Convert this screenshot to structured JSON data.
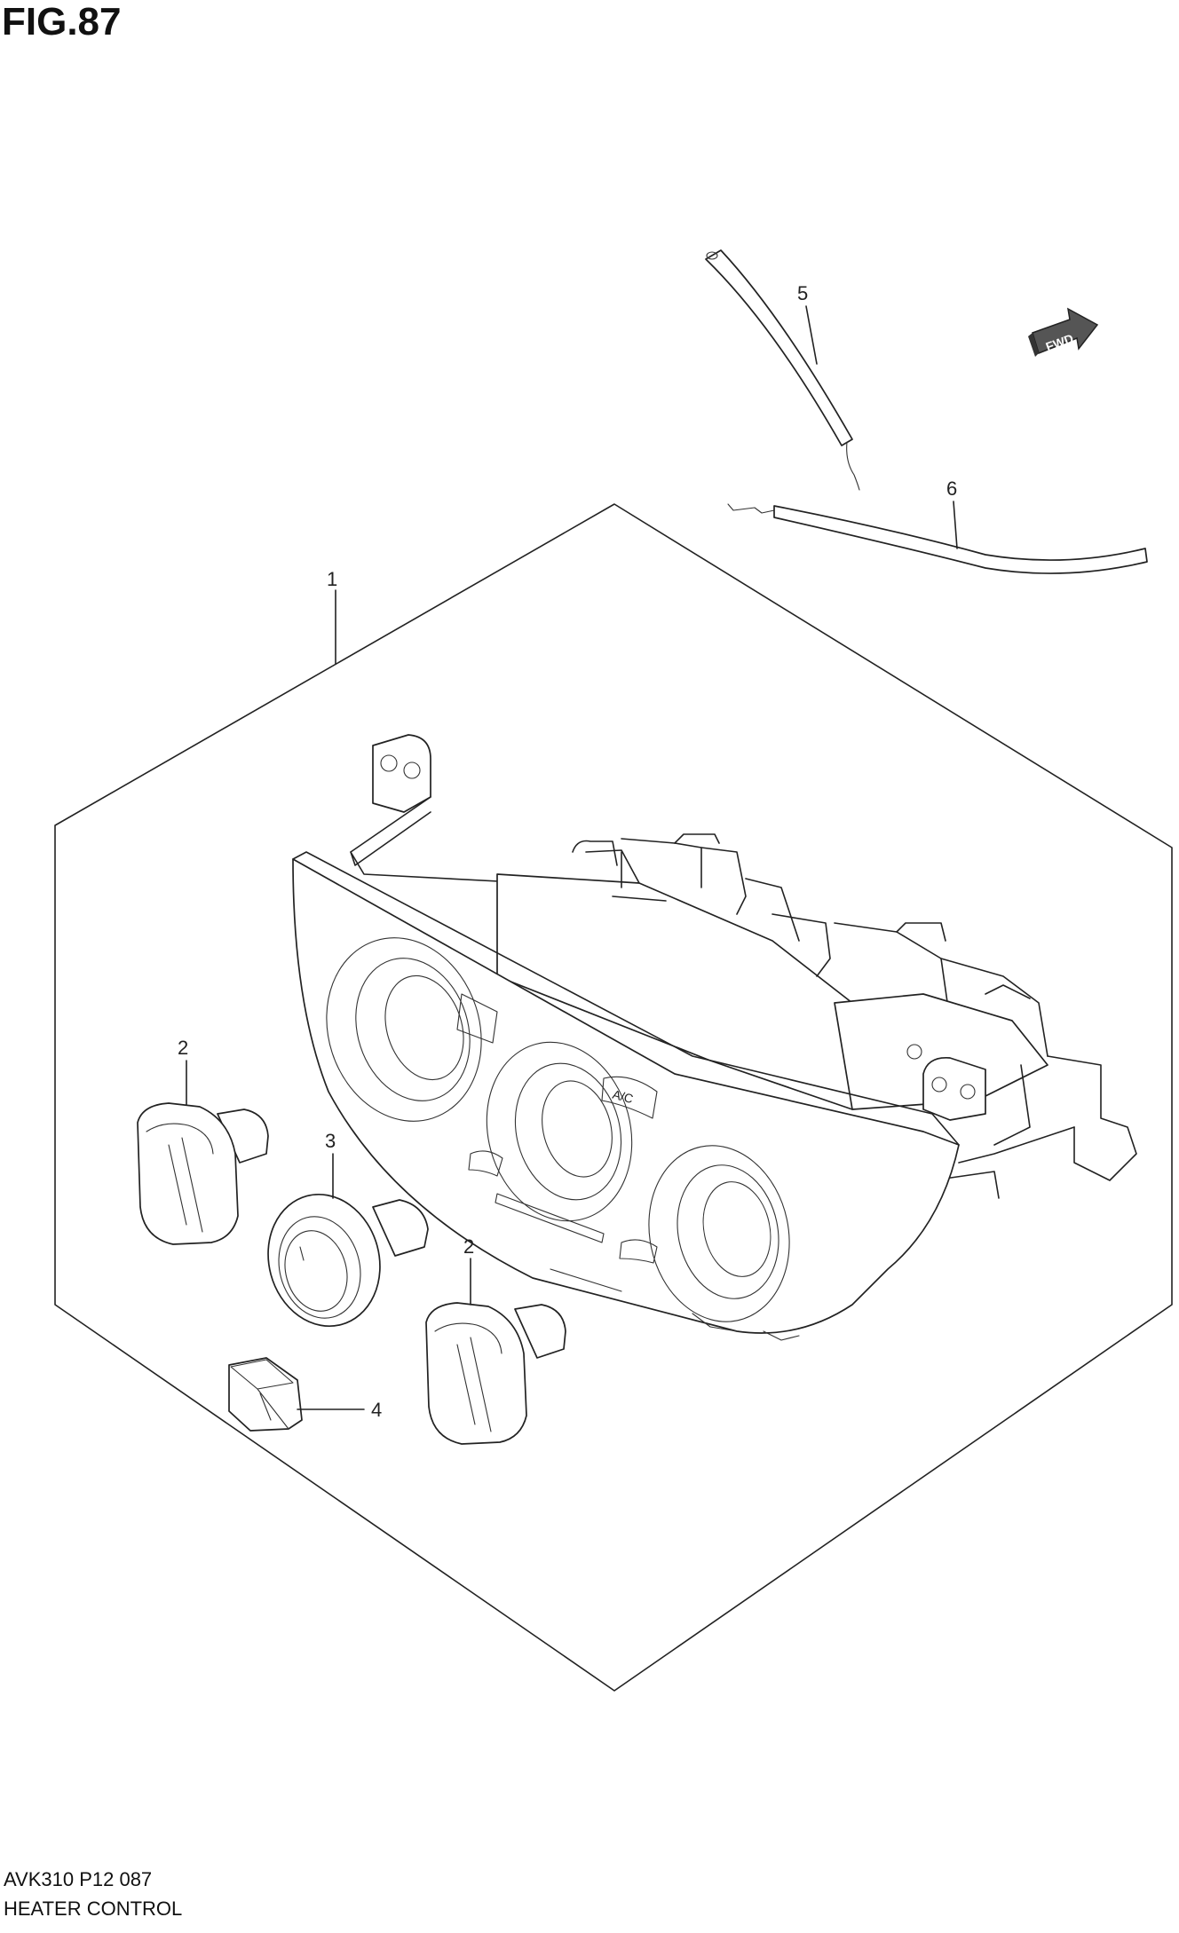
{
  "figure": {
    "title": "FIG.87",
    "code": "AVK310 P12 087",
    "name": "HEATER CONTROL"
  },
  "fwd_label": "FWD",
  "callouts": [
    {
      "id": "1",
      "label": "1"
    },
    {
      "id": "2a",
      "label": "2"
    },
    {
      "id": "2b",
      "label": "2"
    },
    {
      "id": "3",
      "label": "3"
    },
    {
      "id": "4",
      "label": "4"
    },
    {
      "id": "5",
      "label": "5"
    },
    {
      "id": "6",
      "label": "6"
    }
  ],
  "panel_icons": [
    "fan-icon",
    "defrost-icon",
    "recirculation-icon",
    "ac-icon"
  ],
  "panel_text": {
    "ac": "A/C"
  },
  "colors": {
    "line": "#222222",
    "background": "#ffffff"
  }
}
